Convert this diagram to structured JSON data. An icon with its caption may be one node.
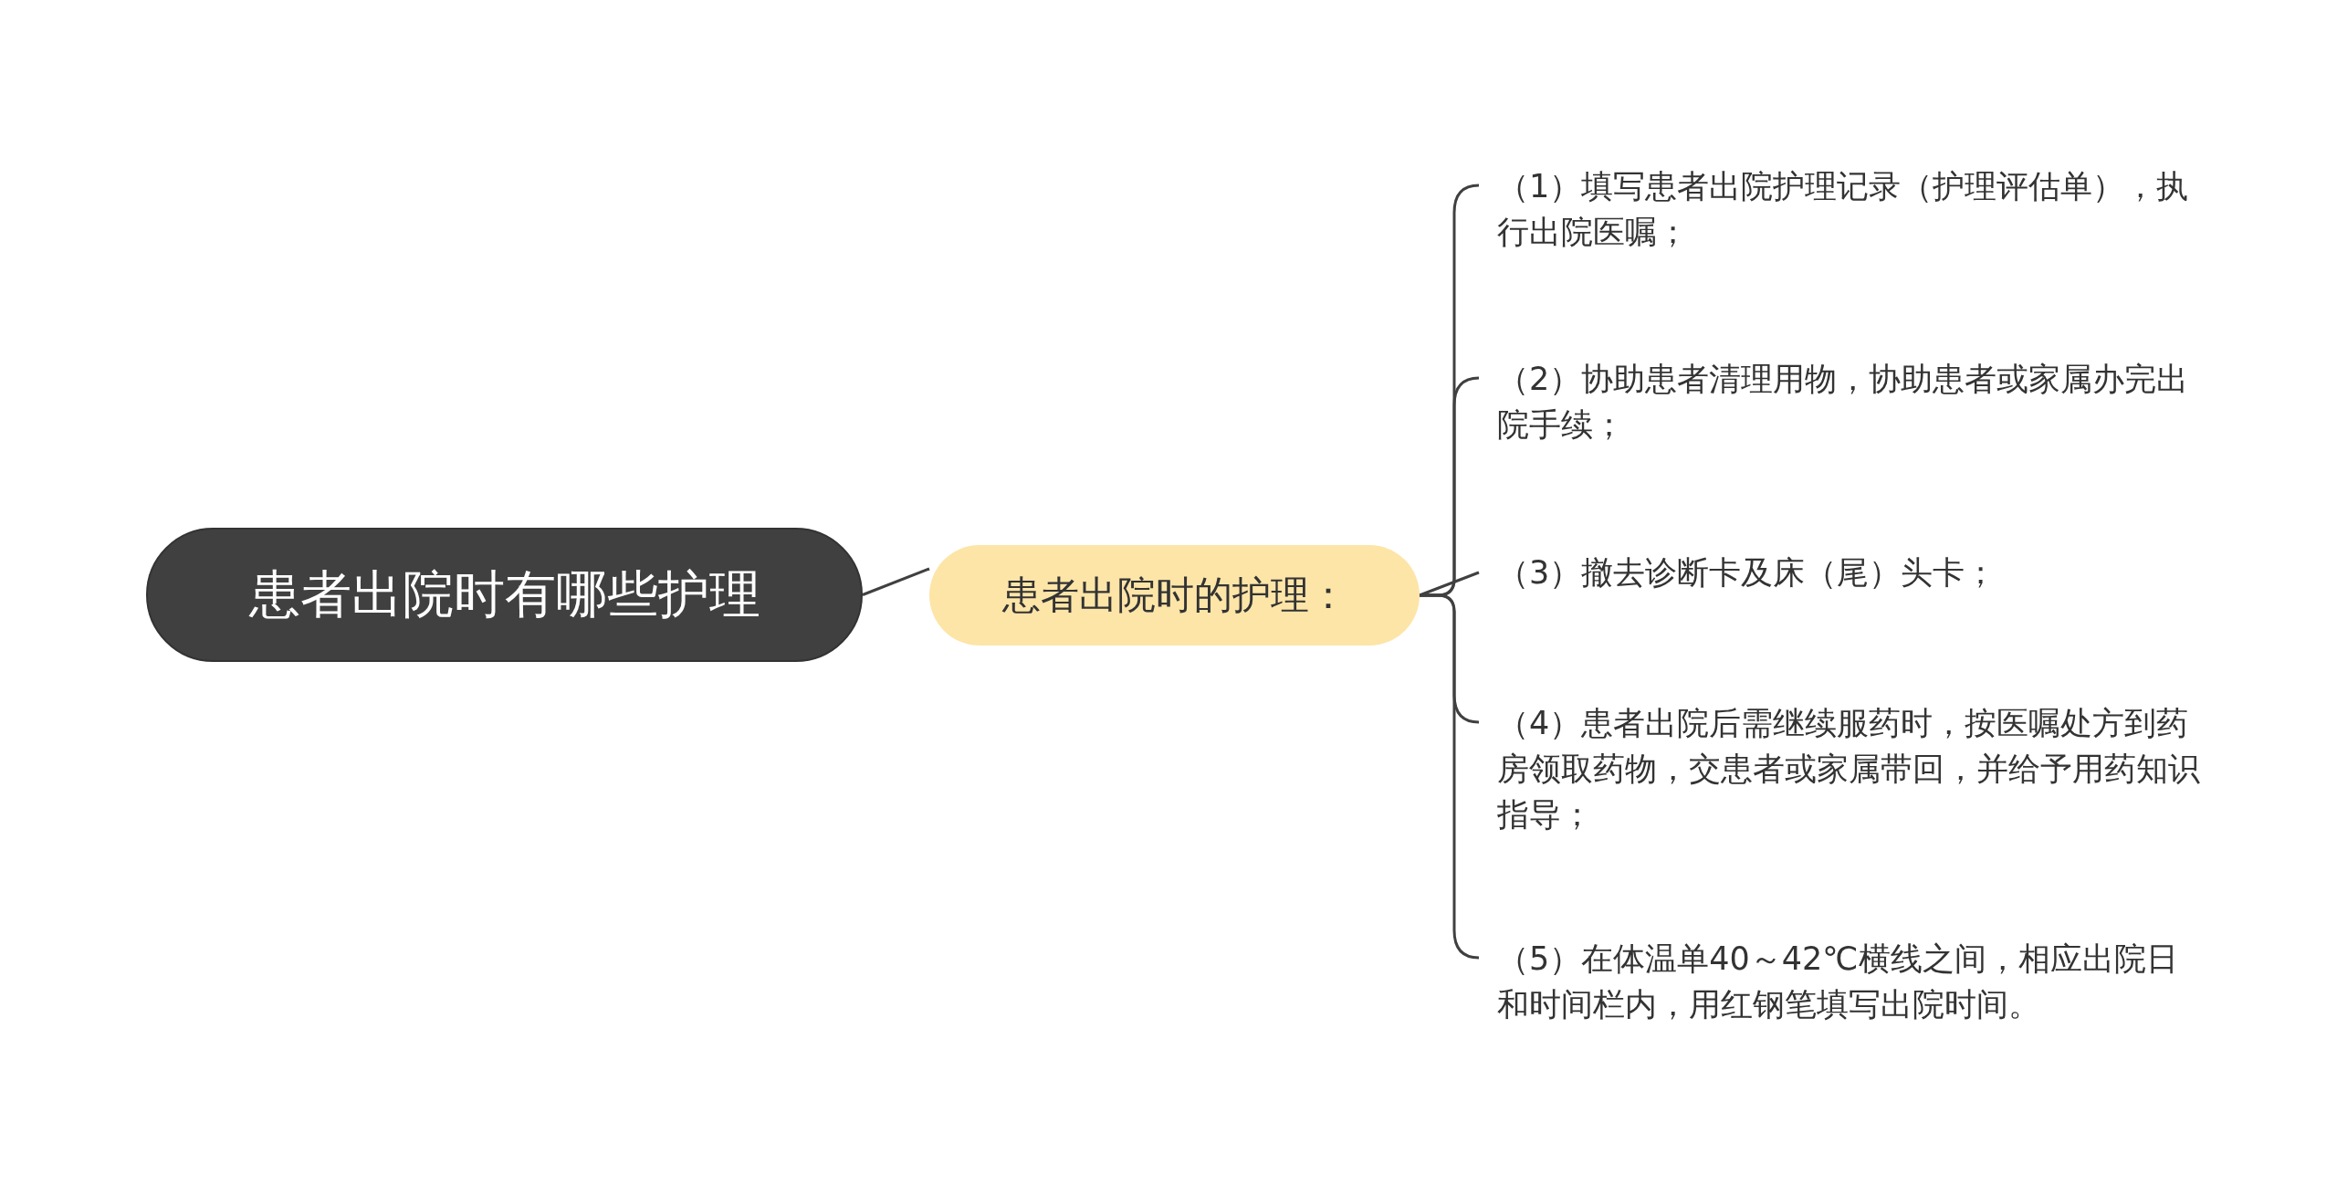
{
  "diagram": {
    "nodes": [
      {
        "text": [
          "患者出院时有哪些护理"
        ]
      },
      {
        "text": [
          "患者出院时的护理："
        ]
      },
      {
        "text": [
          "（1）填写患者出院护理记录（护理评估单），执行出院医嘱；"
        ]
      },
      {
        "text": [
          "（2）协助患者清理用物，协助患者或家属办完出院手续；"
        ]
      },
      {
        "text": [
          "（3）撤去诊断卡及床（尾）头卡；"
        ]
      },
      {
        "text": [
          "（4）患者出院后需继续服药时，按医嘱处方到药房领取药物，交患者或家属带回，并给予用药知识指导；"
        ]
      },
      {
        "text": [
          "（5）在体温单40～42℃横线之间，相应出院日和时间栏内，用红钢笔填写出院时间。"
        ]
      }
    ],
    "edges": [
      {
        "from": 0,
        "to": 1,
        "arrow": "none"
      },
      {
        "from": 1,
        "to": 2,
        "arrow": "none"
      },
      {
        "from": 1,
        "to": 3,
        "arrow": "none"
      },
      {
        "from": 1,
        "to": 4,
        "arrow": "none"
      },
      {
        "from": 1,
        "to": 5,
        "arrow": "none"
      },
      {
        "from": 1,
        "to": 6,
        "arrow": "none"
      }
    ]
  }
}
